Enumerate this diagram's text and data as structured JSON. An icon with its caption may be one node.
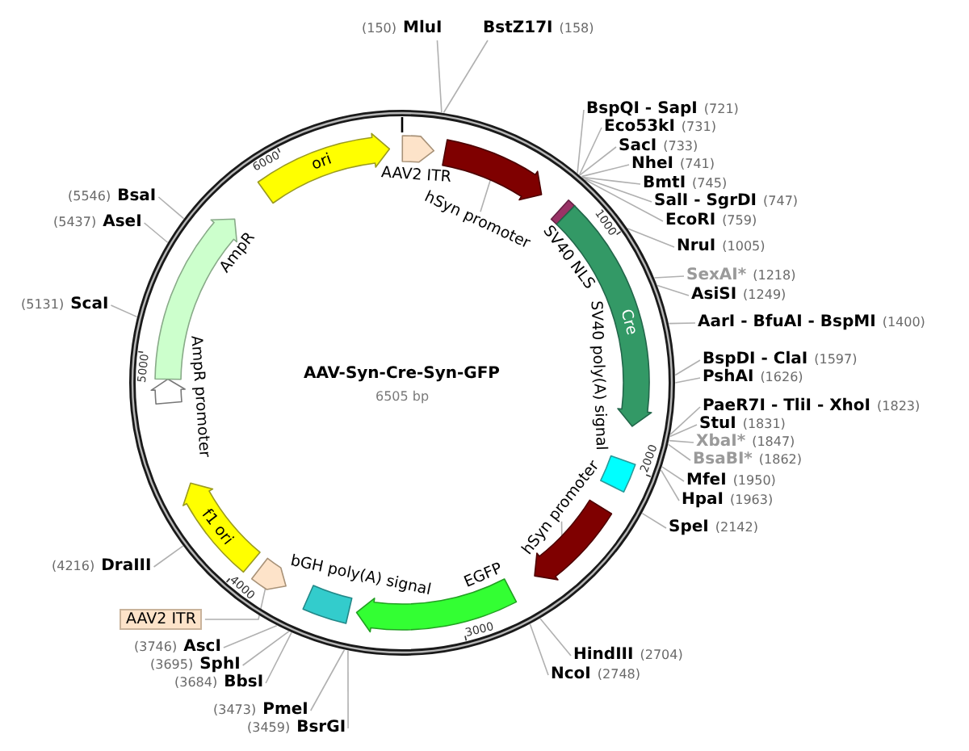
{
  "diagram": {
    "title": "AAV-Syn-Cre-Syn-GFP",
    "nodes": [
      {
        "text": [],
        "shape": "circle"
      },
      {
        "text": [
          "AAV2 ITR"
        ],
        "in": 0
      },
      {
        "text": [
          "hSyn promoter"
        ],
        "in": 0
      },
      {
        "text": [],
        "shape": "arrow",
        "in": 0
      },
      {
        "text": [
          "SV40 NLS"
        ],
        "in": 0
      },
      {
        "text": [
          "Cre"
        ],
        "in": 0
      },
      {
        "text": [
          "SV40 poly(A) signal"
        ],
        "in": 0
      },
      {
        "text": [
          "hSyn promoter"
        ],
        "in": 0
      },
      {
        "text": [],
        "shape": "arrow",
        "in": 0
      },
      {
        "text": [
          "EGFP"
        ],
        "in": 0
      },
      {
        "text": [
          "bGH poly(A) signal"
        ],
        "in": 0
      },
      {
        "text": [],
        "shape": "arrow",
        "in": 0
      },
      {
        "text": [
          "AAV2 ITR"
        ]
      },
      {
        "text": [
          "f1 ori"
        ],
        "in": 0
      },
      {
        "text": [
          "AmpR promoter"
        ],
        "in": 0
      },
      {
        "text": [
          "AmpR"
        ],
        "in": 0
      },
      {
        "text": [
          "ori"
        ],
        "in": 0
      },
      {
        "text": [
          "MluI"
        ],
        "beside": [
          "(150)"
        ]
      },
      {
        "text": [
          "BstZ17I"
        ],
        "beside": [
          "(158)"
        ]
      },
      {
        "text": [
          "BspQI - SapI"
        ],
        "beside": [
          "(721)"
        ]
      },
      {
        "text": [
          "Eco53kI"
        ],
        "beside": [
          "(731)"
        ]
      },
      {
        "text": [
          "SacI"
        ],
        "beside": [
          "(733)"
        ]
      },
      {
        "text": [
          "NheI"
        ],
        "beside": [
          "(741)"
        ]
      },
      {
        "text": [
          "BmtI"
        ],
        "beside": [
          "(745)"
        ]
      },
      {
        "text": [
          "SalI - SgrDI"
        ],
        "beside": [
          "(747)"
        ]
      },
      {
        "text": [
          "EcoRI"
        ],
        "beside": [
          "(759)"
        ]
      },
      {
        "text": [
          "NruI"
        ],
        "beside": [
          "(1005)"
        ]
      },
      {
        "text": [
          "SexAI*"
        ],
        "beside": [
          "(1218)"
        ]
      },
      {
        "text": [
          "AsiSI"
        ],
        "beside": [
          "(1249)"
        ]
      },
      {
        "text": [
          "AarI - BfuAI - BspMI"
        ],
        "beside": [
          "(1400)"
        ]
      },
      {
        "text": [
          "BspDI - ClaI"
        ],
        "beside": [
          "(1597)"
        ]
      },
      {
        "text": [
          "PshAI"
        ],
        "beside": [
          "(1626)"
        ]
      },
      {
        "text": [
          "PaeR7I - TliI - XhoI"
        ],
        "beside": [
          "(1823)"
        ]
      },
      {
        "text": [
          "StuI"
        ],
        "beside": [
          "(1831)"
        ]
      },
      {
        "text": [
          "XbaI*"
        ],
        "beside": [
          "(1847)"
        ]
      },
      {
        "text": [
          "BsaBI*"
        ],
        "beside": [
          "(1862)"
        ]
      },
      {
        "text": [
          "MfeI"
        ],
        "beside": [
          "(1950)"
        ]
      },
      {
        "text": [
          "HpaI"
        ],
        "beside": [
          "(1963)"
        ]
      },
      {
        "text": [
          "SpeI"
        ],
        "beside": [
          "(2142)"
        ]
      },
      {
        "text": [
          "HindIII"
        ],
        "beside": [
          "(2704)"
        ]
      },
      {
        "text": [
          "NcoI"
        ],
        "beside": [
          "(2748)"
        ]
      },
      {
        "text": [
          "BsrGI"
        ],
        "beside": [
          "(3459)"
        ]
      },
      {
        "text": [
          "PmeI"
        ],
        "beside": [
          "(3473)"
        ]
      },
      {
        "text": [
          "BbsI"
        ],
        "beside": [
          "(3684)"
        ]
      },
      {
        "text": [
          "SphI"
        ],
        "beside": [
          "(3695)"
        ]
      },
      {
        "text": [
          "AscI"
        ],
        "beside": [
          "(3746)"
        ]
      },
      {
        "text": [
          "DraIII"
        ],
        "beside": [
          "(4216)"
        ]
      },
      {
        "text": [
          "ScaI"
        ],
        "beside": [
          "(5131)"
        ]
      },
      {
        "text": [
          "AseI"
        ],
        "beside": [
          "(5437)"
        ]
      },
      {
        "text": [
          "BsaI"
        ],
        "beside": [
          "(5546)"
        ]
      }
    ],
    "edges": [
      {
        "from": 2,
        "to": 3,
        "arrow": "none"
      },
      {
        "from": 7,
        "to": 8,
        "arrow": "none"
      },
      {
        "from": 12,
        "to": 11,
        "arrow": "none"
      },
      {
        "from": 17,
        "to": 0,
        "arrow": "none"
      },
      {
        "from": 18,
        "to": 0,
        "arrow": "none"
      },
      {
        "from": 19,
        "to": 0,
        "arrow": "none"
      },
      {
        "from": 20,
        "to": 0,
        "arrow": "none"
      },
      {
        "from": 21,
        "to": 0,
        "arrow": "none"
      },
      {
        "from": 22,
        "to": 0,
        "arrow": "none"
      },
      {
        "from": 23,
        "to": 0,
        "arrow": "none"
      },
      {
        "from": 24,
        "to": 0,
        "arrow": "none"
      },
      {
        "from": 25,
        "to": 0,
        "arrow": "none"
      },
      {
        "from": 26,
        "to": 0,
        "arrow": "none"
      },
      {
        "from": 27,
        "to": 0,
        "arrow": "none"
      },
      {
        "from": 28,
        "to": 0,
        "arrow": "none"
      },
      {
        "from": 29,
        "to": 0,
        "arrow": "none"
      },
      {
        "from": 30,
        "to": 0,
        "arrow": "none"
      },
      {
        "from": 31,
        "to": 0,
        "arrow": "none"
      },
      {
        "from": 32,
        "to": 0,
        "arrow": "none"
      },
      {
        "from": 33,
        "to": 0,
        "arrow": "none"
      },
      {
        "from": 34,
        "to": 0,
        "arrow": "none"
      },
      {
        "from": 35,
        "to": 0,
        "arrow": "none"
      },
      {
        "from": 36,
        "to": 0,
        "arrow": "none"
      },
      {
        "from": 37,
        "to": 0,
        "arrow": "none"
      },
      {
        "from": 38,
        "to": 0,
        "arrow": "none"
      },
      {
        "from": 39,
        "to": 0,
        "arrow": "none"
      },
      {
        "from": 40,
        "to": 0,
        "arrow": "none"
      },
      {
        "from": 41,
        "to": 0,
        "arrow": "none"
      },
      {
        "from": 42,
        "to": 0,
        "arrow": "none"
      },
      {
        "from": 43,
        "to": 0,
        "arrow": "none"
      },
      {
        "from": 44,
        "to": 0,
        "arrow": "none"
      },
      {
        "from": 45,
        "to": 0,
        "arrow": "none"
      },
      {
        "from": 46,
        "to": 0,
        "arrow": "none"
      },
      {
        "from": 47,
        "to": 0,
        "arrow": "none"
      },
      {
        "from": 48,
        "to": 0,
        "arrow": "none"
      },
      {
        "from": 49,
        "to": 0,
        "arrow": "none"
      }
    ],
    "labels": [
      "6505 bp",
      "1000",
      "2000",
      "3000",
      "4000",
      "5000",
      "6000"
    ]
  }
}
